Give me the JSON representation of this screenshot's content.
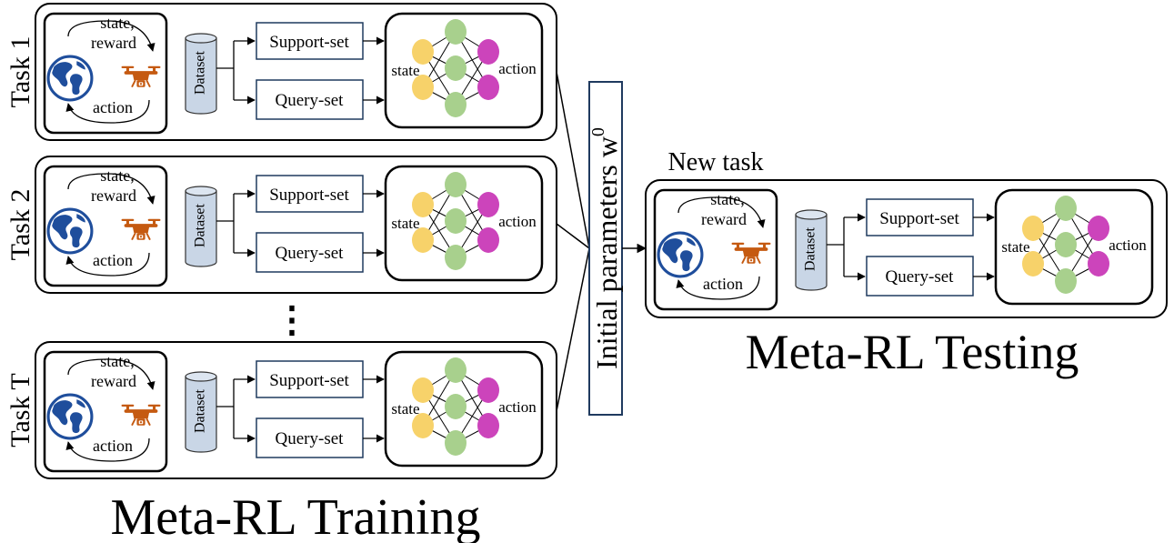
{
  "colors": {
    "yellow_node": "#F7D26A",
    "green_node": "#A8D08D",
    "magenta_node": "#CC44BB",
    "drone": "#C55A11",
    "earth": "#1F4E9C",
    "dataset_fill": "#C9D6E6",
    "stroke": "#000000",
    "param_box_stroke": "#1F3A5F"
  },
  "icons": [
    "earth-icon",
    "drone-icon",
    "dataset-cylinder-icon",
    "neural-network-icon"
  ],
  "task_blocks": [
    {
      "task_label": "Task 1",
      "env_labels": {
        "state_line1": "state,",
        "state_line2": "reward",
        "action": "action"
      },
      "dataset_label": "Dataset",
      "support_label": "Support-set",
      "query_label": "Query-set",
      "nn_state_label": "state",
      "nn_action_label": "action"
    },
    {
      "task_label": "Task 2",
      "env_labels": {
        "state_line1": "state,",
        "state_line2": "reward",
        "action": "action"
      },
      "dataset_label": "Dataset",
      "support_label": "Support-set",
      "query_label": "Query-set",
      "nn_state_label": "state",
      "nn_action_label": "action"
    },
    {
      "task_label": "Task T",
      "env_labels": {
        "state_line1": "state,",
        "state_line2": "reward",
        "action": "action"
      },
      "dataset_label": "Dataset",
      "support_label": "Support-set",
      "query_label": "Query-set",
      "nn_state_label": "state",
      "nn_action_label": "action"
    }
  ],
  "ellipsis": "⋮",
  "initial_params": {
    "text": "Initial parameters w",
    "superscript": "0"
  },
  "new_task": {
    "title": "New task",
    "env_labels": {
      "state_line1": "state,",
      "state_line2": "reward",
      "action": "action"
    },
    "dataset_label": "Dataset",
    "support_label": "Support-set",
    "query_label": "Query-set",
    "nn_state_label": "state",
    "nn_action_label": "action"
  },
  "training_title": "Meta-RL Training",
  "testing_title": "Meta-RL Testing"
}
